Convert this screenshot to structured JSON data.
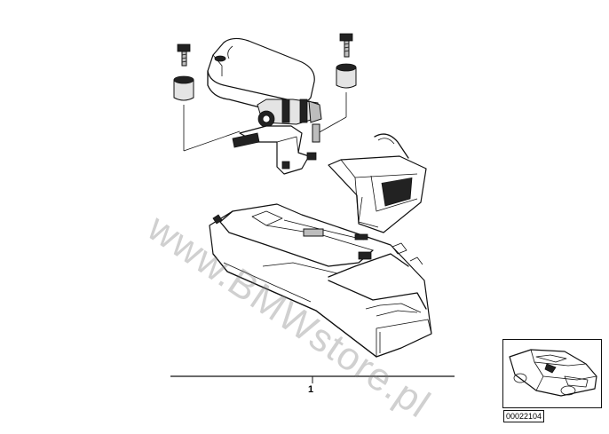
{
  "diagram": {
    "part_number_label": "1",
    "reference_code": "00022104",
    "watermark": "www.BMWstore.pl"
  }
}
